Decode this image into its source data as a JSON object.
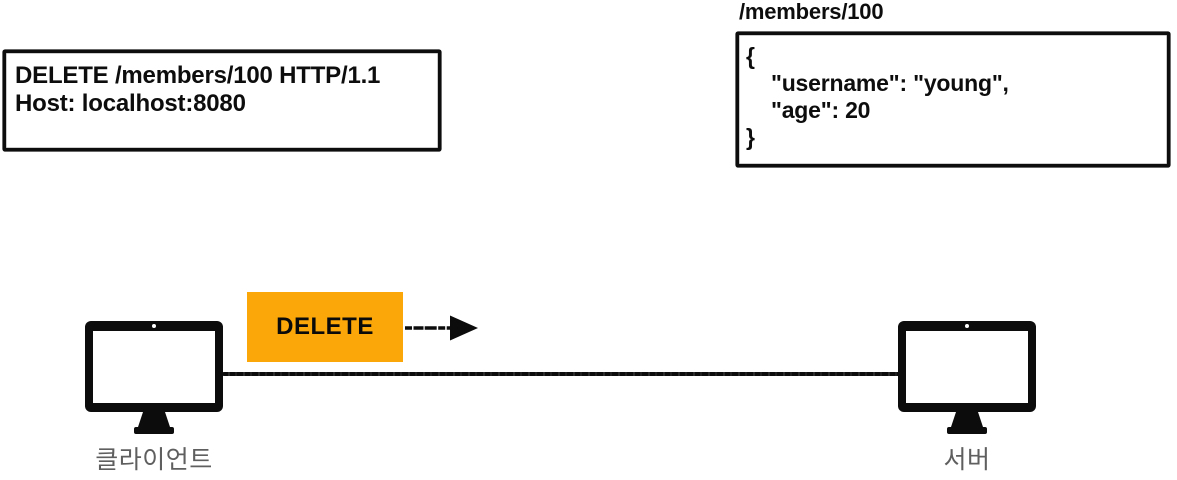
{
  "diagram": {
    "request_box": {
      "request_line": "DELETE /members/100 HTTP/1.1",
      "host_line": "Host: localhost:8080"
    },
    "resource": {
      "path_label": "/members/100",
      "body_lines": [
        "{",
        "\"username\": \"young\",",
        "\"age\": 20",
        "}"
      ]
    },
    "flow": {
      "method_badge": "DELETE",
      "client_label": "클라이언트",
      "server_label": "서버"
    },
    "icons": {
      "client": "monitor-icon",
      "server": "monitor-icon",
      "arrow": "arrow-right-icon"
    },
    "colors": {
      "badge_orange": "#FBA609",
      "ink_black": "#0D0D0D",
      "label_gray": "#5F5F5F"
    }
  }
}
